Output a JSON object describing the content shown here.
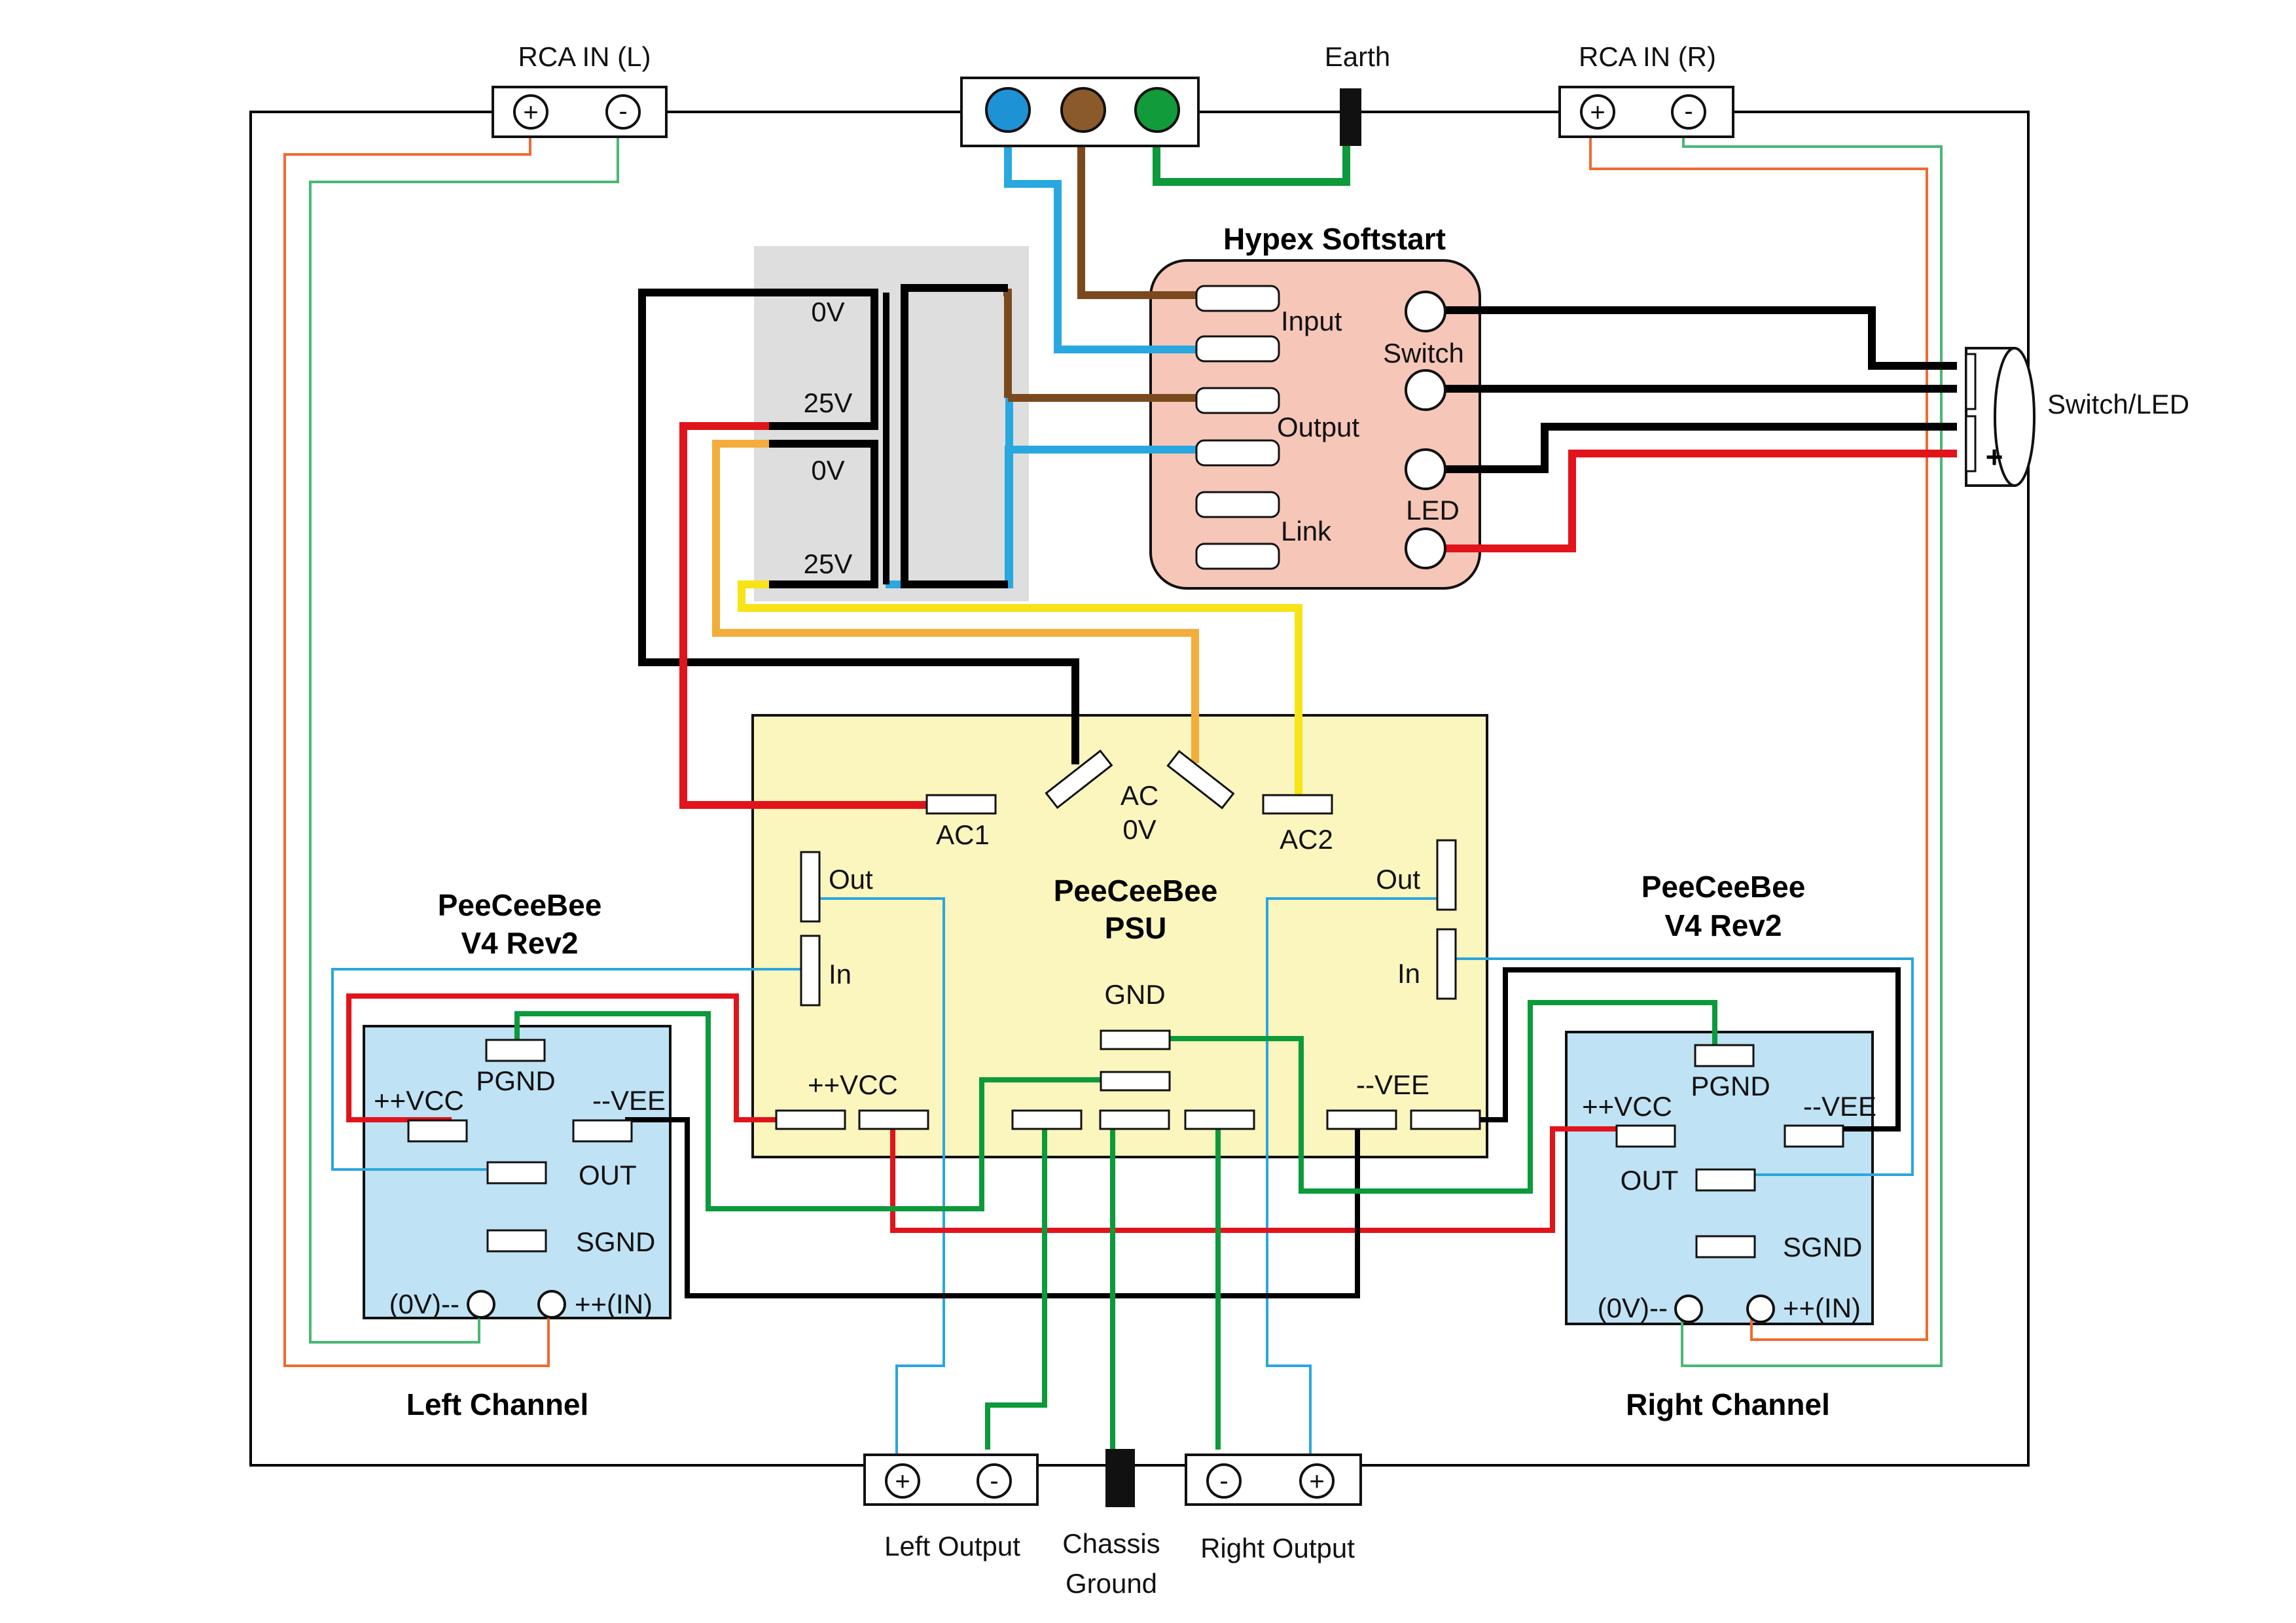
{
  "colors": {
    "black": "#000000",
    "red": "#e1141b",
    "brown": "#7a4a1e",
    "blue": "#29a8e0",
    "green": "#0c9a3a",
    "orange": "#f2ad3c",
    "yellow": "#f7e316",
    "thin_orange": "#ef6b2f",
    "thin_green": "#49b876",
    "thin_blue": "#2aa6dd",
    "transformer_bg": "#dedede",
    "softstart_bg": "#f6c6b8",
    "psu_bg": "#faf6bd",
    "amp_bg": "#bfe2f4",
    "mains_blue_terminal": "#1d93d6",
    "mains_brown_terminal": "#8b5a2b",
    "mains_green_terminal": "#119b3a"
  },
  "rca_left": {
    "title": "RCA IN (L)",
    "plus": "+",
    "minus": "-"
  },
  "rca_right": {
    "title": "RCA IN (R)",
    "plus": "+",
    "minus": "-"
  },
  "earth": {
    "label": "Earth"
  },
  "transformer": {
    "primary_0v": "0V",
    "primary_25v": "25V",
    "secondary_0v": "0V",
    "secondary_25v": "25V"
  },
  "softstart": {
    "title": "Hypex Softstart",
    "input": "Input",
    "output": "Output",
    "link": "Link",
    "switch": "Switch",
    "led": "LED"
  },
  "switch_led": {
    "label": "Switch/LED",
    "plus": "+"
  },
  "psu": {
    "title_line1": "PeeCeeBee",
    "title_line2": "PSU",
    "ac1": "AC1",
    "ac_line1": "AC",
    "ac_line2": "0V",
    "ac2": "AC2",
    "out_left": "Out",
    "in_left": "In",
    "out_right": "Out",
    "in_right": "In",
    "gnd": "GND",
    "vcc": "++VCC",
    "vee": "--VEE"
  },
  "left_module": {
    "title_line1": "PeeCeeBee",
    "title_line2": "V4 Rev2",
    "pgnd": "PGND",
    "vcc": "++VCC",
    "vee": "--VEE",
    "out": "OUT",
    "sgnd": "SGND",
    "in_minus": "(0V)--",
    "in_plus": "++(IN)",
    "channel": "Left Channel"
  },
  "right_module": {
    "title_line1": "PeeCeeBee",
    "title_line2": "V4 Rev2",
    "pgnd": "PGND",
    "vcc": "++VCC",
    "vee": "--VEE",
    "out": "OUT",
    "sgnd": "SGND",
    "in_minus": "(0V)--",
    "in_plus": "++(IN)",
    "channel": "Right Channel"
  },
  "outputs": {
    "left_label": "Left Output",
    "chassis_line1": "Chassis",
    "chassis_line2": "Ground",
    "right_label": "Right Output",
    "plus": "+",
    "minus": "-"
  }
}
